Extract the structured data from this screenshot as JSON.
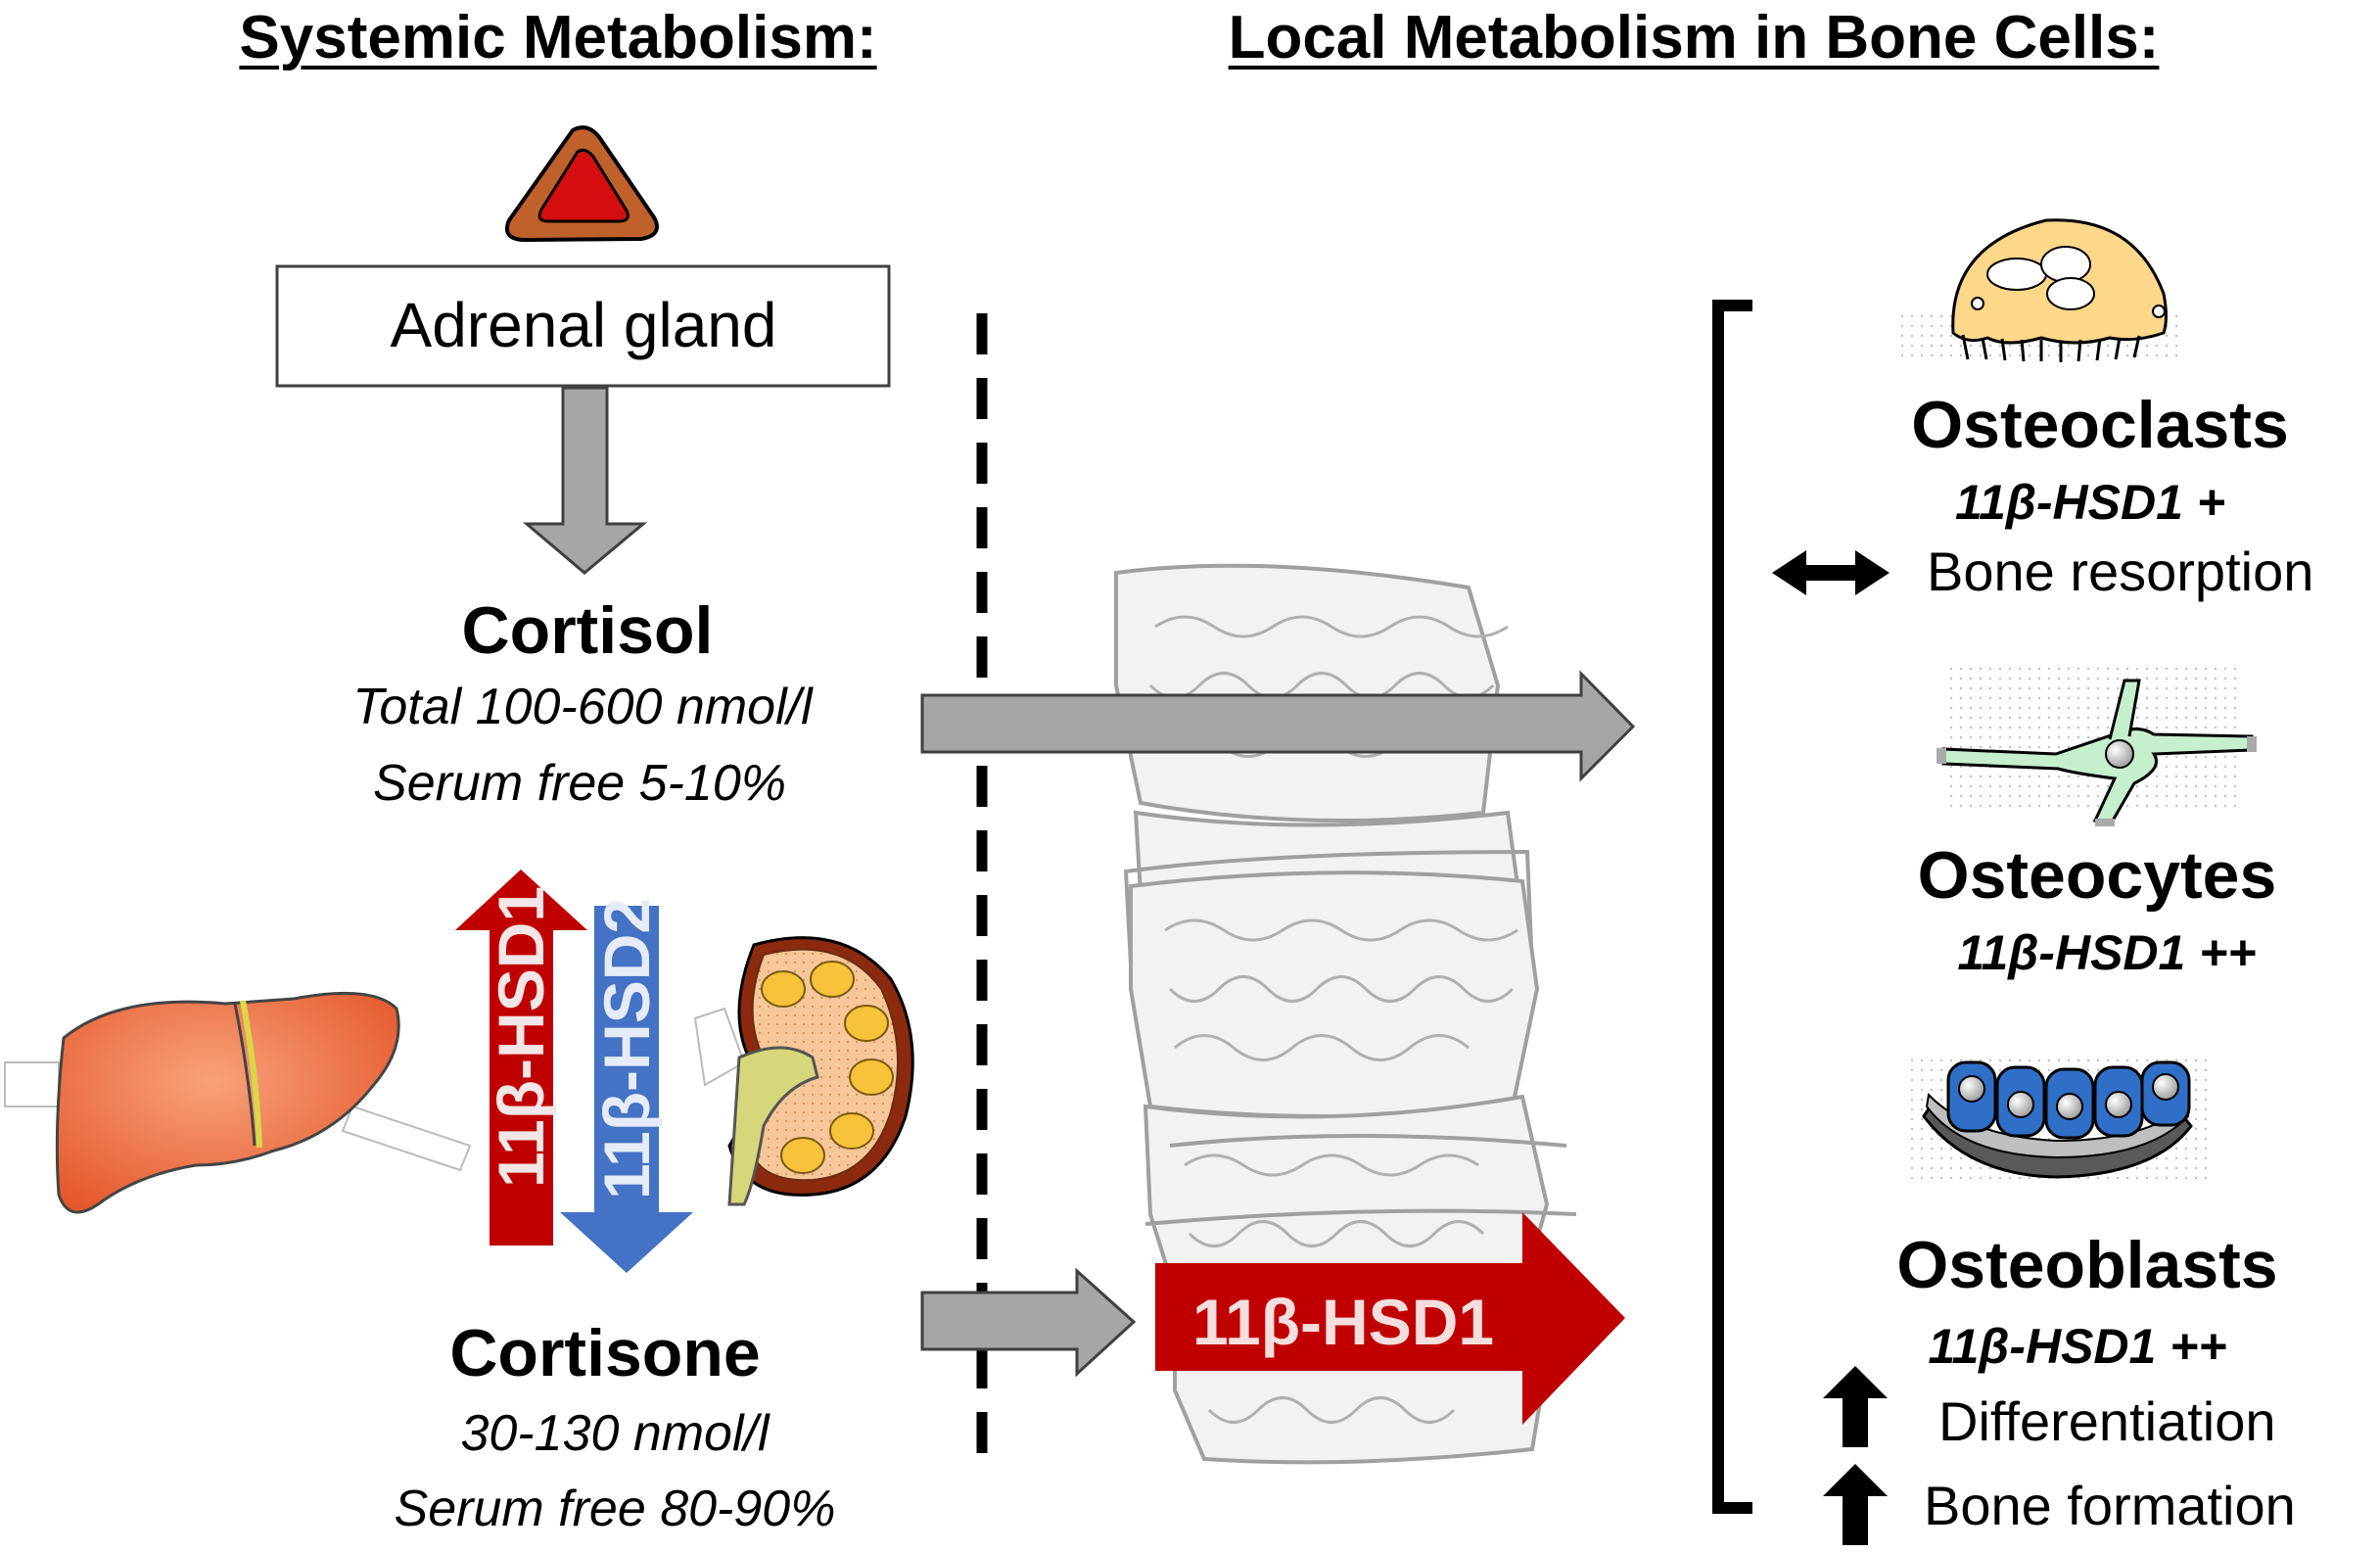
{
  "headers": {
    "systemic": "Systemic Metabolism:",
    "local": "Local Metabolism in Bone Cells:"
  },
  "adrenal": {
    "label": "Adrenal gland"
  },
  "cortisol": {
    "title": "Cortisol",
    "line1": "Total 100-600 nmol/l",
    "line2": "Serum free 5-10%"
  },
  "cortisone": {
    "title": "Cortisone",
    "line1": "30-130 nmol/l",
    "line2": "Serum free 80-90%"
  },
  "enzymes": {
    "up_arrow": "11β-HSD1",
    "down_arrow": "11β-HSD2",
    "local_arrow": "11β-HSD1"
  },
  "osteoclasts": {
    "title": "Osteoclasts",
    "enzyme": "11β-HSD1 +",
    "effect": "Bone resorption"
  },
  "osteocytes": {
    "title": "Osteocytes",
    "enzyme": "11β-HSD1 ++"
  },
  "osteoblasts": {
    "title": "Osteoblasts",
    "enzyme": "11β-HSD1 ++",
    "effect1": "Differentiation",
    "effect2": "Bone formation"
  },
  "colors": {
    "red_arrow": "#c00000",
    "blue_arrow": "#4472c4",
    "gray_arrow": "#a6a6a6",
    "liver": "#f07850",
    "adrenal": "#c0504d",
    "osteoclast": "#fdd78a",
    "osteocyte": "#c6efce",
    "osteoblast": "#2f6fc7"
  }
}
